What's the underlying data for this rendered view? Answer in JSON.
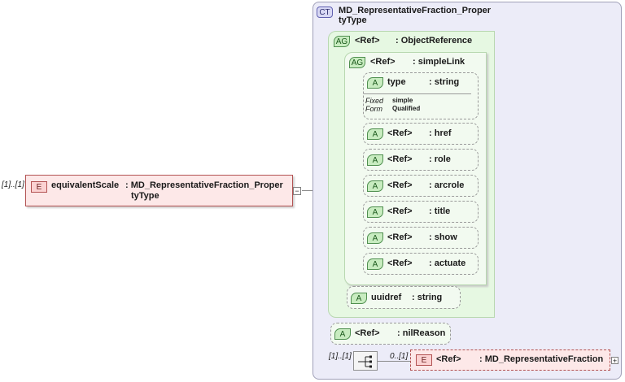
{
  "root": {
    "occurs": "[1]..[1]",
    "tag": "E",
    "name": "equivalentScale",
    "type_line1": ": MD_RepresentativeFraction_Proper",
    "type_line2": "tyType"
  },
  "complex_type": {
    "tag": "CT",
    "title_line1": "MD_RepresentativeFraction_Proper",
    "title_line2": "tyType"
  },
  "object_reference": {
    "tag": "AG",
    "name": "<Ref>",
    "type": ": ObjectReference"
  },
  "simple_link": {
    "tag": "AG",
    "name": "<Ref>",
    "type": ": simpleLink"
  },
  "type_attr": {
    "tag": "A",
    "name": "type",
    "type": ": string",
    "fixed_label": "Fixed",
    "fixed_value": "simple",
    "form_label": "Form",
    "form_value": "Qualified"
  },
  "link_attrs": [
    {
      "tag": "A",
      "name": "<Ref>",
      "type": ": href"
    },
    {
      "tag": "A",
      "name": "<Ref>",
      "type": ": role"
    },
    {
      "tag": "A",
      "name": "<Ref>",
      "type": ": arcrole"
    },
    {
      "tag": "A",
      "name": "<Ref>",
      "type": ": title"
    },
    {
      "tag": "A",
      "name": "<Ref>",
      "type": ": show"
    },
    {
      "tag": "A",
      "name": "<Ref>",
      "type": ": actuate"
    }
  ],
  "uuidref": {
    "tag": "A",
    "name": "uuidref",
    "type": ": string"
  },
  "nil_reason": {
    "tag": "A",
    "name": "<Ref>",
    "type": ": nilReason"
  },
  "sequence": {
    "occurs_left": "[1]..[1]",
    "occurs_right": "0..[1]"
  },
  "child_element": {
    "tag": "E",
    "name": "<Ref>",
    "type": ": MD_RepresentativeFraction"
  },
  "colors": {
    "element_fill": "#fde8e8",
    "element_border": "#b25252",
    "attr_fill": "#f2faf0",
    "attr_border": "#9a9a9a",
    "group_fill": "#e6f8e2",
    "ct_fill": "#ececf8",
    "ct_border": "#a0a0b8"
  }
}
